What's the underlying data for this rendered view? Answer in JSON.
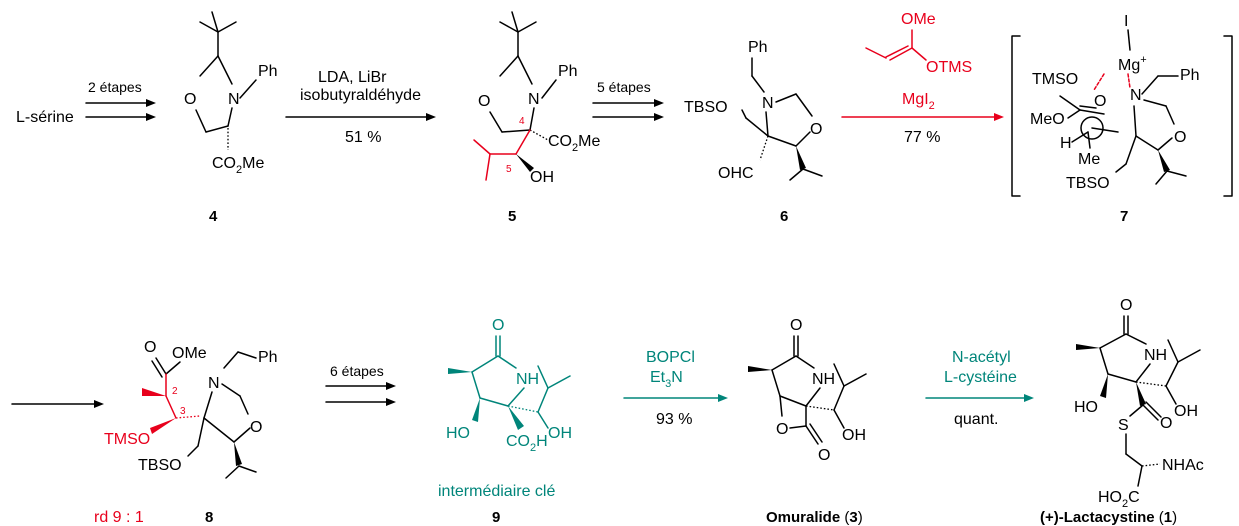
{
  "scheme": {
    "row1": {
      "start_material": "L-sérine",
      "arrow1": {
        "label": "2 étapes"
      },
      "arrow2": {
        "line1": "LDA, LiBr",
        "line2": "isobutyraldéhyde",
        "yield": "51 %"
      },
      "arrow3": {
        "label": "5 étapes"
      },
      "arrow4": {
        "reagent_top1": "OMe",
        "reagent_top2": "OTMS",
        "reagent": "MgI",
        "reagent_sub": "2",
        "yield": "77 %"
      }
    },
    "row2": {
      "arrow5": {
        "label": "6 étapes"
      },
      "arrow6": {
        "line1": "BOPCl",
        "line2": "Et",
        "line2_sub": "3",
        "line2_tail": "N",
        "yield": "93 %"
      },
      "arrow7": {
        "line1": "N-acétyl",
        "line2": "L-cystéine",
        "yield": "quant."
      }
    },
    "compounds": {
      "c4": "4",
      "c5": "5",
      "c6": "6",
      "c7": "7",
      "c8": "8",
      "c9": "9",
      "c3_name": "Omuralide",
      "c3_num": "3",
      "c1_name": "(+)-Lactacystine",
      "c1_num": "1"
    },
    "notes": {
      "dr": "rd 9 : 1",
      "key_intermediate": "intermédiaire clé"
    },
    "locants": {
      "n4": "4",
      "n5": "5",
      "n2": "2",
      "n3": "3"
    },
    "atoms": {
      "O": "O",
      "N": "N",
      "NH": "NH",
      "Ph": "Ph",
      "CO2Me": "CO",
      "sub2": "2",
      "Me": "Me",
      "OH": "OH",
      "HO": "HO",
      "TBSO": "TBSO",
      "TMSO": "TMSO",
      "OHC": "OHC",
      "MeO": "MeO",
      "OMe": "OMe",
      "H": "H",
      "I": "I",
      "Mg": "Mg",
      "plus": "+",
      "S": "S",
      "NHAc": "NHAc",
      "HO2C": "HO",
      "CO2H": "CO",
      "Hsuf": "H",
      "Csuf": "C"
    },
    "colors": {
      "red": "#e8001c",
      "teal": "#00857a",
      "black": "#000000"
    }
  }
}
